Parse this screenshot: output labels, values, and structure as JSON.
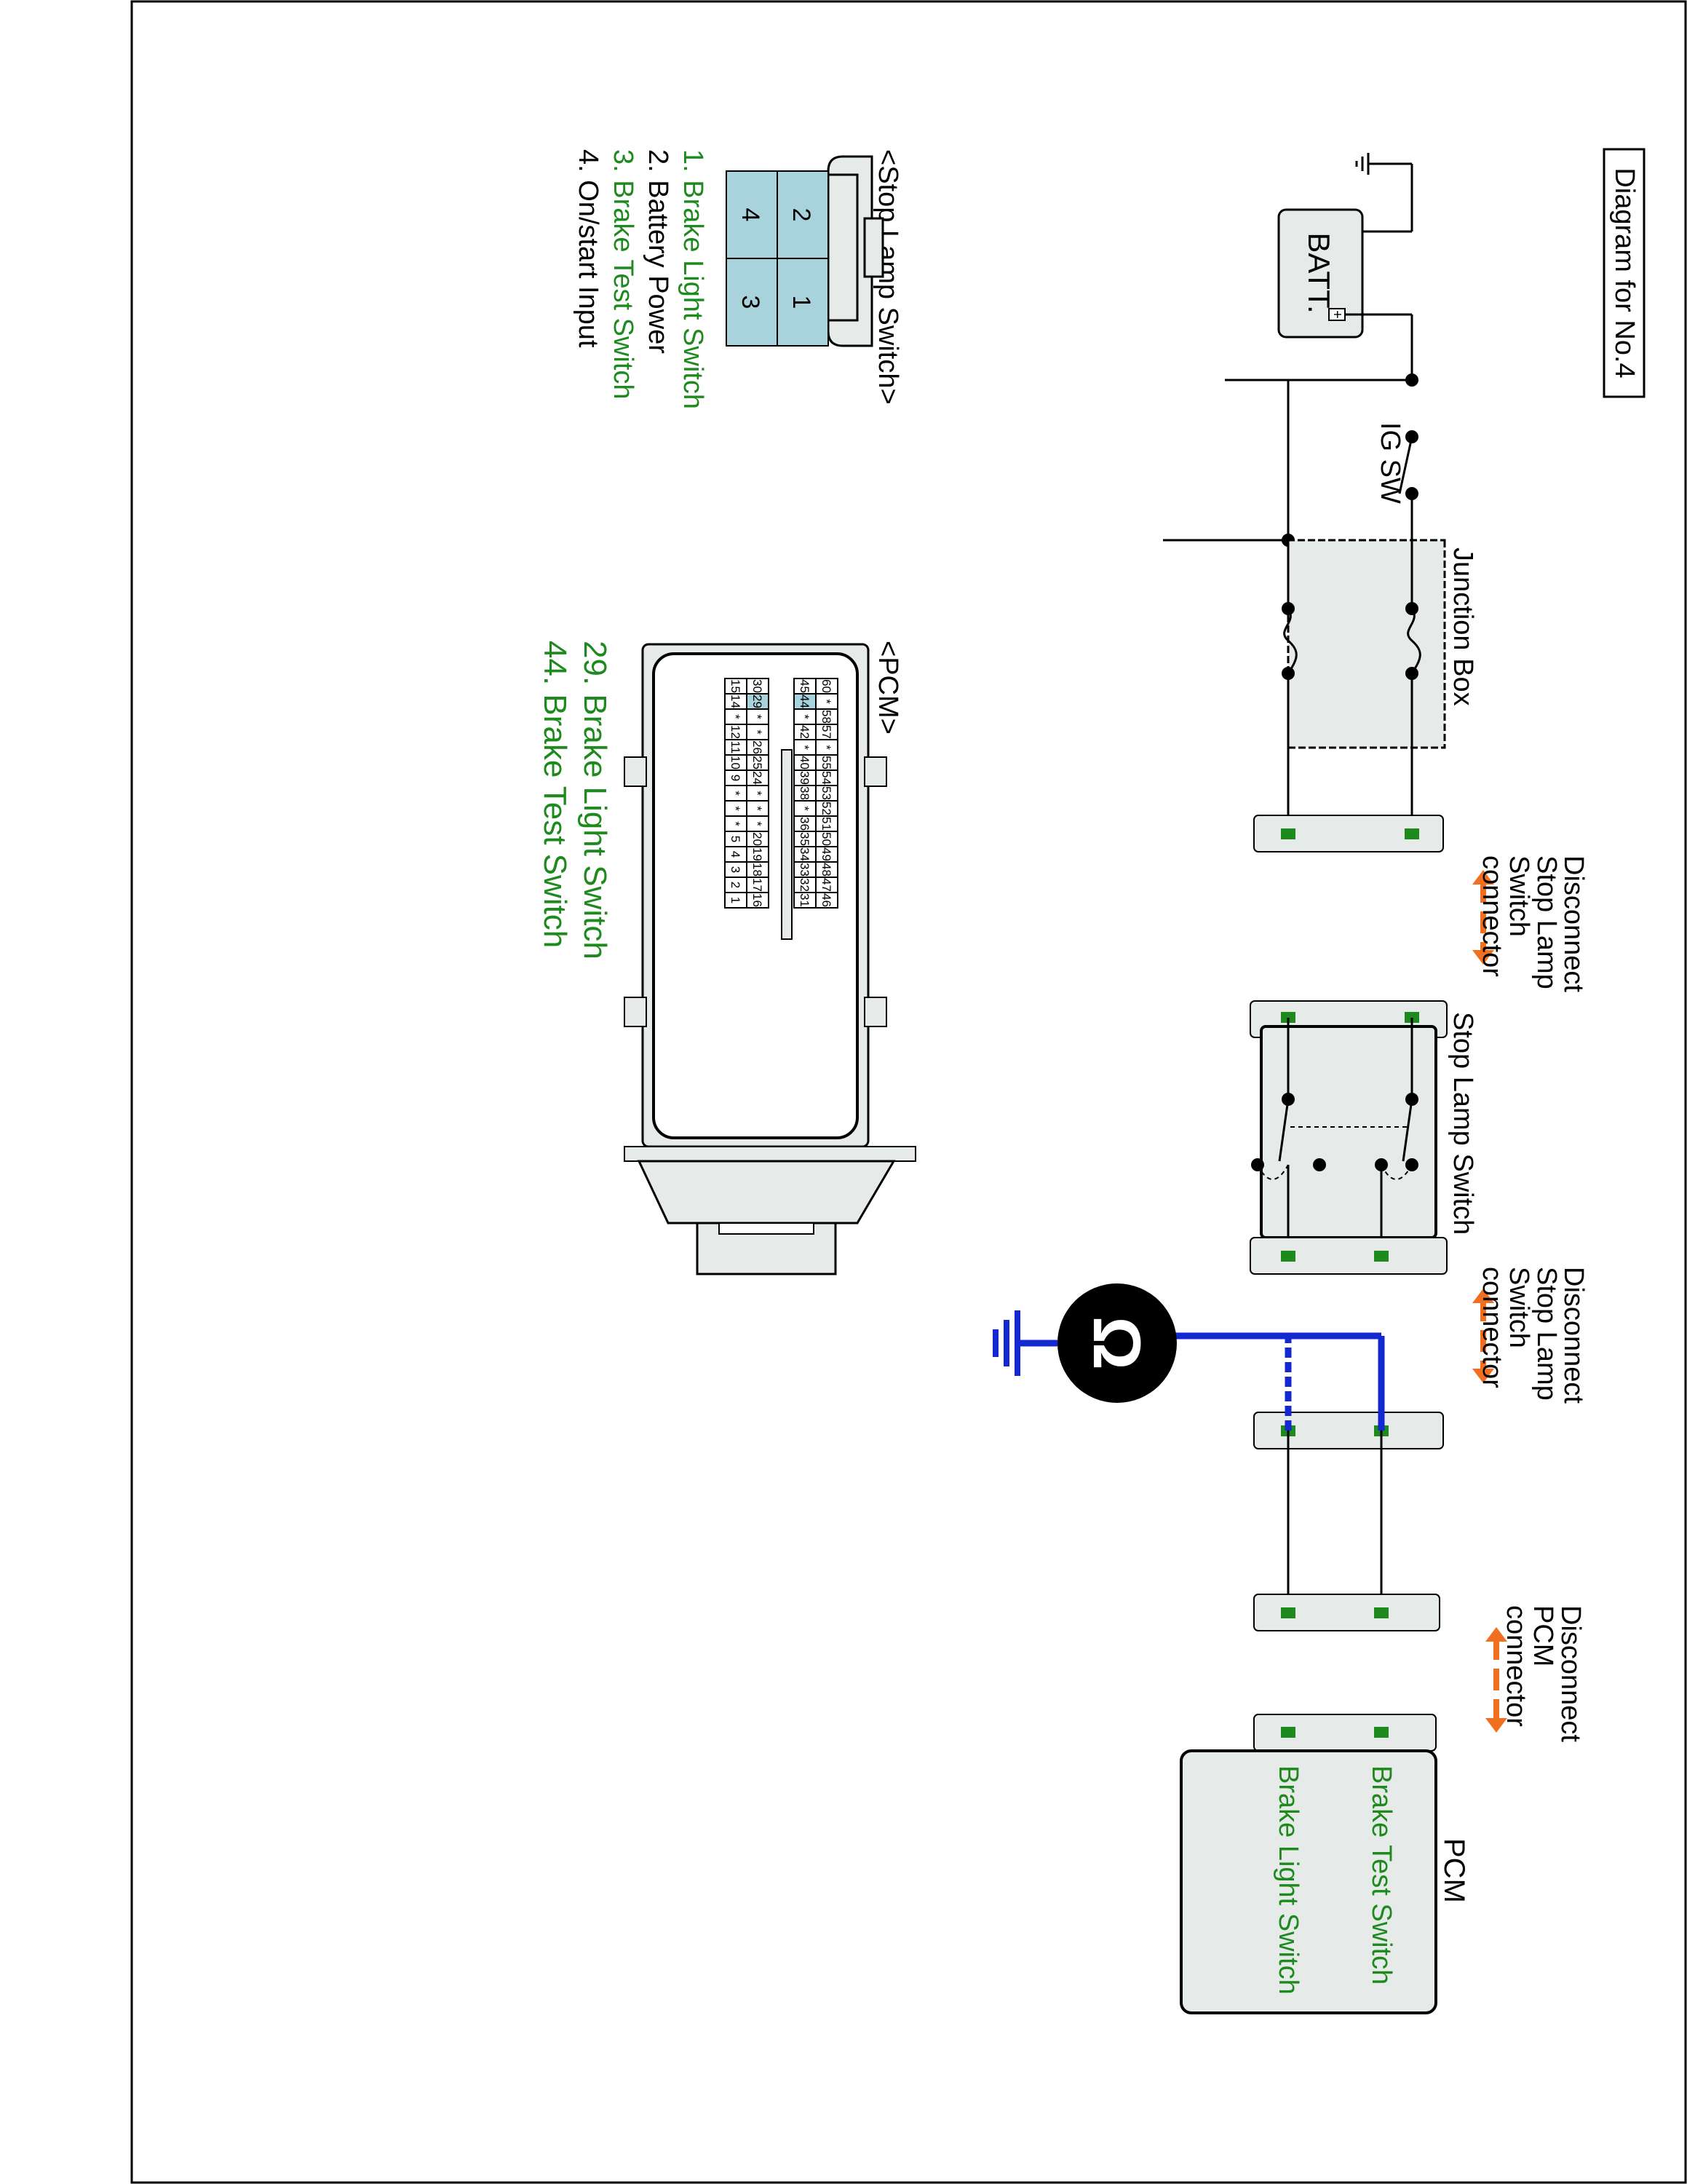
{
  "title": "Diagram for No.4",
  "battery": {
    "label": "BATT.",
    "plus": "+",
    "minus": "-"
  },
  "ignition_switch": {
    "label": "IG SW"
  },
  "junction_box": {
    "label": "Junction Box"
  },
  "disconnect_labels": {
    "stop_lamp_1": [
      "Disconnect",
      "Stop Lamp",
      "Switch",
      "connector"
    ],
    "stop_lamp_2": [
      "Disconnect",
      "Stop Lamp",
      "Switch",
      "connector"
    ],
    "pcm": [
      "Disconnect",
      "PCM",
      "connector"
    ]
  },
  "stop_lamp_switch": {
    "label": "Stop Lamp Switch"
  },
  "ohmmeter": {
    "symbol": "Ω"
  },
  "pcm_box": {
    "label": "PCM",
    "pins": [
      "Brake Test Switch",
      "Brake Light Switch"
    ]
  },
  "stop_lamp_connector": {
    "title": "<Stop Lamp Switch>",
    "pins": [
      "2",
      "1",
      "4",
      "3"
    ],
    "legend": [
      {
        "text": "1. Brake Light Switch",
        "color": "#1e8a1e"
      },
      {
        "text": "2. Battery Power",
        "color": "#000000"
      },
      {
        "text": "3. Brake Test Switch",
        "color": "#1e8a1e"
      },
      {
        "text": "4. On/start Input",
        "color": "#000000"
      }
    ]
  },
  "pcm_connector": {
    "title": "<PCM>",
    "row1": [
      "60",
      "*",
      "58",
      "57",
      "*",
      "55",
      "54",
      "53",
      "52",
      "51",
      "50",
      "49",
      "48",
      "47",
      "46"
    ],
    "row2": [
      "45",
      "44",
      "*",
      "42",
      "*",
      "40",
      "39",
      "38",
      "*",
      "36",
      "35",
      "34",
      "33",
      "32",
      "31"
    ],
    "row3": [
      "30",
      "29",
      "*",
      "*",
      "26",
      "25",
      "24",
      "*",
      "*",
      "*",
      "20",
      "19",
      "18",
      "17",
      "16"
    ],
    "row4": [
      "15",
      "14",
      "*",
      "12",
      "11",
      "10",
      "9",
      "*",
      "*",
      "*",
      "5",
      "4",
      "3",
      "2",
      "1"
    ],
    "highlighted": [
      "29",
      "44"
    ],
    "legend": [
      {
        "text": "29. Brake Light Switch",
        "color": "#1e8a1e"
      },
      {
        "text": "44. Brake Test Switch",
        "color": "#1e8a1e"
      }
    ]
  },
  "colors": {
    "wire": "#000000",
    "meter_wire": "#1428d2",
    "pin": "#1e8a1e",
    "arrow": "#f07020",
    "box_fill": "#e6ebea",
    "cavity": "#a9d3dc",
    "highlight": "#a9d3dc"
  }
}
